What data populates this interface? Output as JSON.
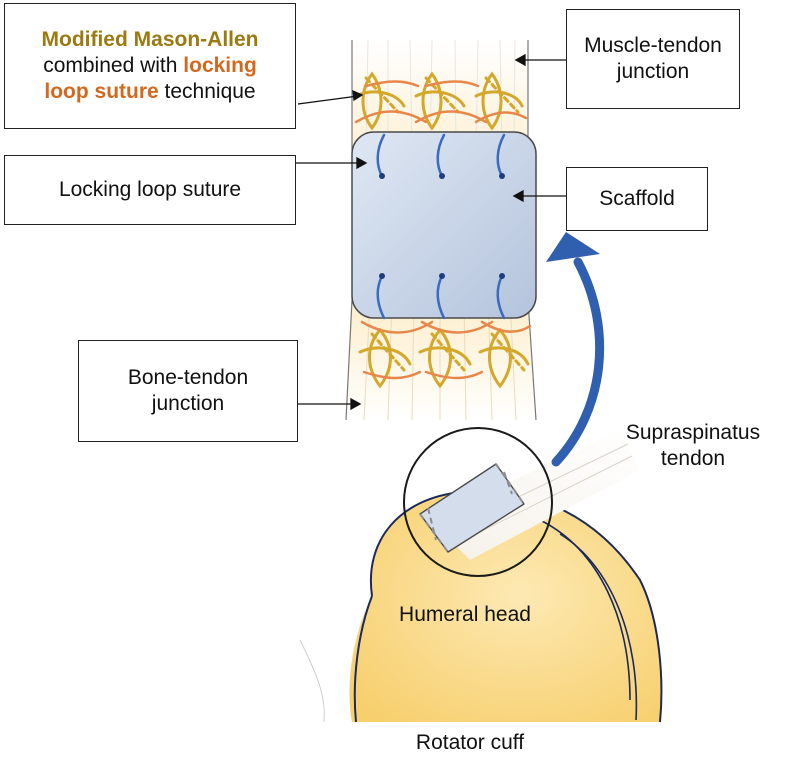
{
  "title_box": {
    "line1_highlight": "Modified Mason-Allen",
    "line2_prefix": "combined with ",
    "line2_highlight": "locking",
    "line3_highlight": "loop suture",
    "line3_suffix": " technique"
  },
  "labels": {
    "muscle_tendon": [
      "Muscle-tendon",
      "junction"
    ],
    "locking_loop": "Locking loop suture",
    "scaffold": "Scaffold",
    "bone_tendon": [
      "Bone-tendon",
      "junction"
    ],
    "supraspinatus": [
      "Supraspinatus",
      "tendon"
    ],
    "humeral_head": "Humeral head",
    "rotator_cuff": "Rotator cuff"
  },
  "colors": {
    "mason_allen_suture": "#d4a82a",
    "locking_loop_suture": "#e8874a",
    "scaffold_stitch": "#3a6bbf",
    "scaffold_fill": "#c9d6ea",
    "curved_arrow": "#2f5fae",
    "humerus_fill": "#fbe3a6",
    "outline": "#1c2a5a"
  }
}
